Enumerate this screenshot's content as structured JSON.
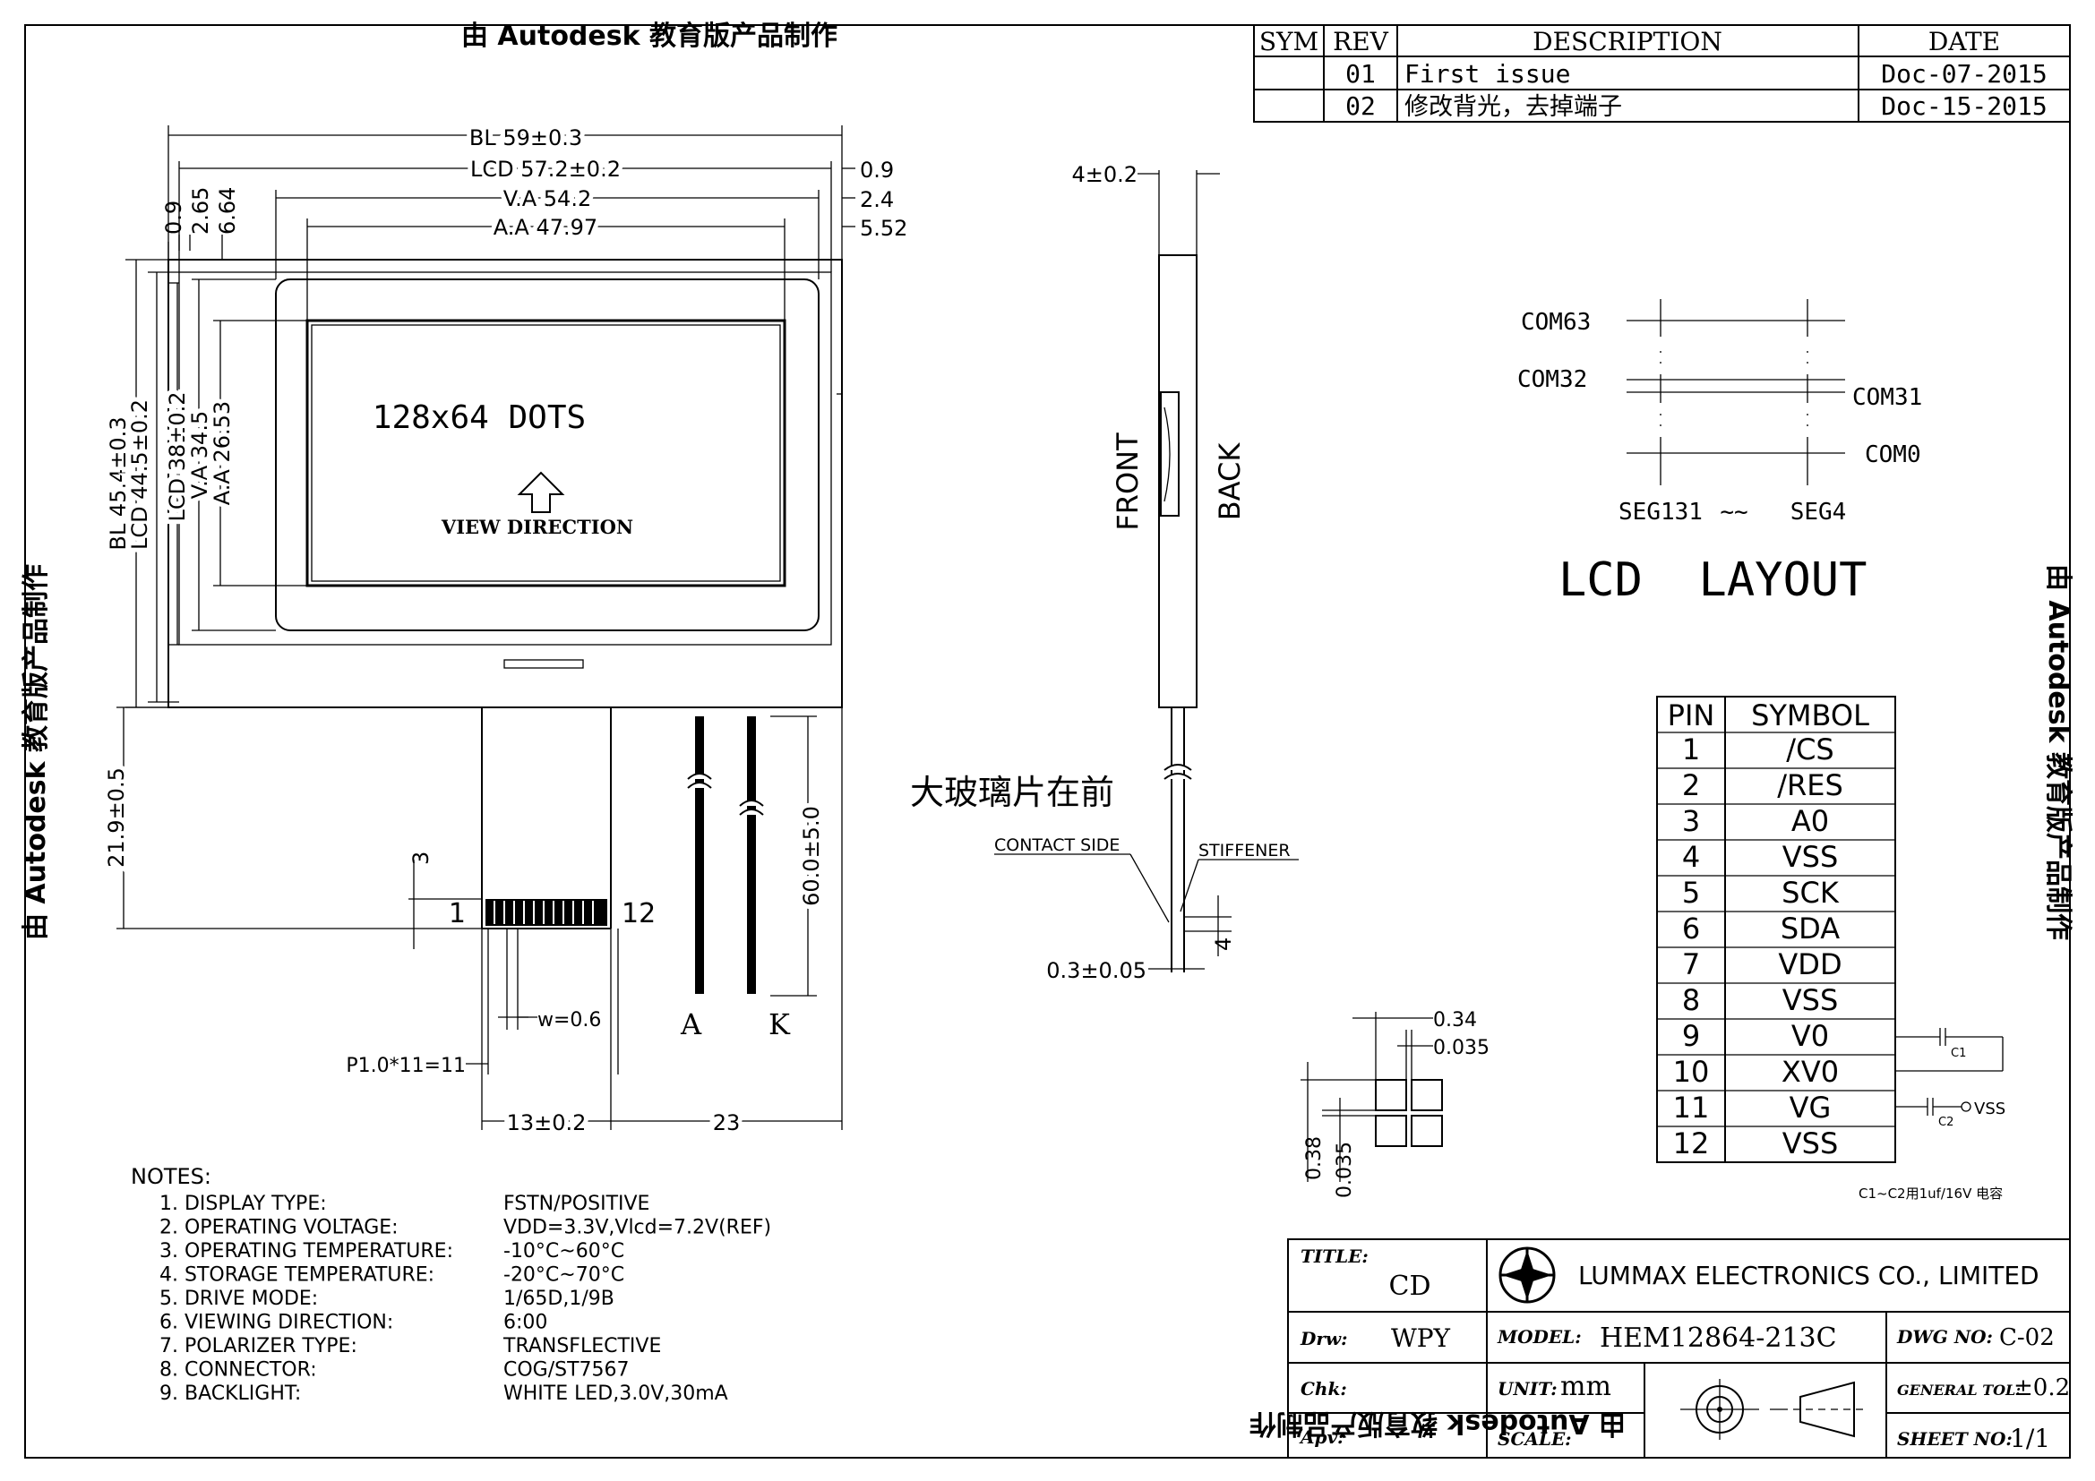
{
  "watermark": {
    "text": "由 Autodesk 教育版产品制作"
  },
  "revision_table": {
    "headers": {
      "sym": "SYM",
      "rev": "REV",
      "description": "DESCRIPTION",
      "date": "DATE"
    },
    "rows": [
      {
        "rev": "01",
        "description": "First  issue",
        "date": "Doc-07-2015"
      },
      {
        "rev": "02",
        "description": "修改背光，去掉端子",
        "date": "Doc-15-2015"
      }
    ]
  },
  "front_view": {
    "dims_top": {
      "bl": "BL 59±0.3",
      "lcd": "LCD 57.2±0.2",
      "va": "V.A 54.2",
      "aa": "A.A 47.97"
    },
    "dims_right": {
      "d1": "0.9",
      "d2": "2.4",
      "d3": "5.52"
    },
    "dims_left_top": {
      "d1": "0.9",
      "d2": "2.65",
      "d3": "6.64"
    },
    "dims_left": {
      "bl": "BL 45.4±0.3",
      "lcd": "LCD 44.5±0.2",
      "lcd2": "LCD 38±0.2",
      "va": "V.A 34.5",
      "aa": "A.A 26.53"
    },
    "display_text": "128x64 DOTS",
    "view_direction": "VIEW DIRECTION",
    "dim_tail": "21.9±0.5",
    "dim_tail_small": "3",
    "pin_first": "1",
    "pin_last": "12",
    "pin_width": "w=0.6",
    "pin_pitch": "P1.0*11=11",
    "fpc_width": "13±0.2",
    "fpc_offset": "23",
    "lead_length": "60.0±5.0",
    "lead_a": "A",
    "lead_k": "K"
  },
  "side_view": {
    "top_dim": "4±0.2",
    "front_label": "FRONT",
    "back_label": "BACK",
    "note_cn": "大玻璃片在前",
    "contact_side": "CONTACT SIDE",
    "stiffener": "STIFFENER",
    "dim_4": "4",
    "dim_bottom": "0.3±0.05"
  },
  "lcd_layout": {
    "title": "LCD  LAYOUT",
    "com63": "COM63",
    "com32": "COM32",
    "com31": "COM31",
    "com0": "COM0",
    "seg131": "SEG131",
    "seg_sep": "~~",
    "seg4": "SEG4"
  },
  "dot_detail": {
    "d1": "0.34",
    "d2": "0.035",
    "d3": "0.38",
    "d4": "0.035"
  },
  "pin_table": {
    "headers": {
      "pin": "PIN",
      "symbol": "SYMBOL"
    },
    "rows": [
      {
        "pin": "1",
        "symbol": "/CS"
      },
      {
        "pin": "2",
        "symbol": "/RES"
      },
      {
        "pin": "3",
        "symbol": "A0"
      },
      {
        "pin": "4",
        "symbol": "VSS"
      },
      {
        "pin": "5",
        "symbol": "SCK"
      },
      {
        "pin": "6",
        "symbol": "SDA"
      },
      {
        "pin": "7",
        "symbol": "VDD"
      },
      {
        "pin": "8",
        "symbol": "VSS"
      },
      {
        "pin": "9",
        "symbol": "V0"
      },
      {
        "pin": "10",
        "symbol": "XV0"
      },
      {
        "pin": "11",
        "symbol": "VG"
      },
      {
        "pin": "12",
        "symbol": "VSS"
      }
    ],
    "c1": "C1",
    "c2": "C2",
    "vss": "VSS",
    "cap_note": "C1~C2用1uf/16V 电容"
  },
  "notes": {
    "heading": "NOTES:",
    "items": [
      {
        "label": "1.  DISPLAY  TYPE:",
        "value": "FSTN/POSITIVE"
      },
      {
        "label": "2.  OPERATING  VOLTAGE:",
        "value": "VDD=3.3V,Vlcd=7.2V(REF)"
      },
      {
        "label": "3.  OPERATING  TEMPERATURE:",
        "value": "-10°C~60°C"
      },
      {
        "label": "4.  STORAGE  TEMPERATURE:",
        "value": "-20°C~70°C"
      },
      {
        "label": "5.  DRIVE  MODE:",
        "value": "1/65D,1/9B"
      },
      {
        "label": "6.  VIEWING  DIRECTION:",
        "value": "6:00"
      },
      {
        "label": "7.  POLARIZER  TYPE:",
        "value": "TRANSFLECTIVE"
      },
      {
        "label": "8.  CONNECTOR:",
        "value": "COG/ST7567"
      },
      {
        "label": "9.  BACKLIGHT:",
        "value": "WHITE  LED,3.0V,30mA"
      }
    ]
  },
  "title_block": {
    "title_label": "TITLE:",
    "title_value": "CD",
    "company": "LUMMAX ELECTRONICS CO., LIMITED",
    "drw_label": "Drw:",
    "drw_value": "WPY",
    "model_label": "MODEL:",
    "model_value": "HEM12864-213C",
    "dwg_label": "DWG  NO:",
    "dwg_value": "C-02",
    "chk_label": "Chk:",
    "unit_label": "UNIT:",
    "unit_value": "mm",
    "tol_label": "GENERAL  TOL:",
    "tol_value": "±0.2",
    "apv_label": "Apv:",
    "scale_label": "SCALE:",
    "sheet_label": "SHEET  NO:",
    "sheet_value": "1/1"
  }
}
